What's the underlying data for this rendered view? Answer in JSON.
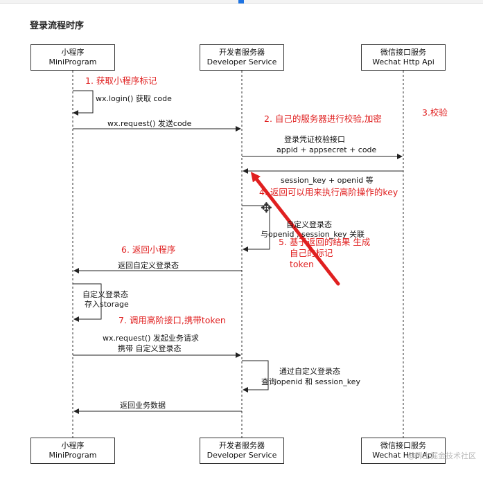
{
  "title": "登录流程时序",
  "participants": [
    {
      "name": "小程序",
      "sub": "MiniProgram"
    },
    {
      "name": "开发者服务器",
      "sub": "Developer Service"
    },
    {
      "name": "微信接口服务",
      "sub": "Wechat Http Api"
    }
  ],
  "messages": {
    "login": "wx.login() 获取 code",
    "request_code": "wx.request() 发送code",
    "verify_line1": "登录凭证校验接口",
    "verify_line2": "appid + appsecret + code",
    "session_return": "session_key + openid 等",
    "custom_state_line1": "自定义登录态",
    "custom_state_line2": "与openid , session_key 关联",
    "return_state": "返回自定义登录态",
    "store_line1": "自定义登录态",
    "store_line2": "存入storage",
    "biz_line1": "wx.request() 发起业务请求",
    "biz_line2": "携带 自定义登录态",
    "query_line1": "通过自定义登录态",
    "query_line2": "查询openid 和 session_key",
    "biz_return": "返回业务数据"
  },
  "annotations": {
    "a1": "1. 获取小程序标记",
    "a2": "2. 自己的服务器进行校验,加密",
    "a3": "3.校验",
    "a4": "4. 返回可以用来执行高阶操作的key",
    "a5_line1": "5. 基于返回的结果 生成",
    "a5_line2": "自己的标记",
    "a5_line3": "token",
    "a6": "6. 返回小程序",
    "a7": "7. 调用高阶接口,携带token"
  },
  "watermark": "@稀土掘金技术社区",
  "colors": {
    "annotation": "#e02020",
    "line": "#222222"
  }
}
